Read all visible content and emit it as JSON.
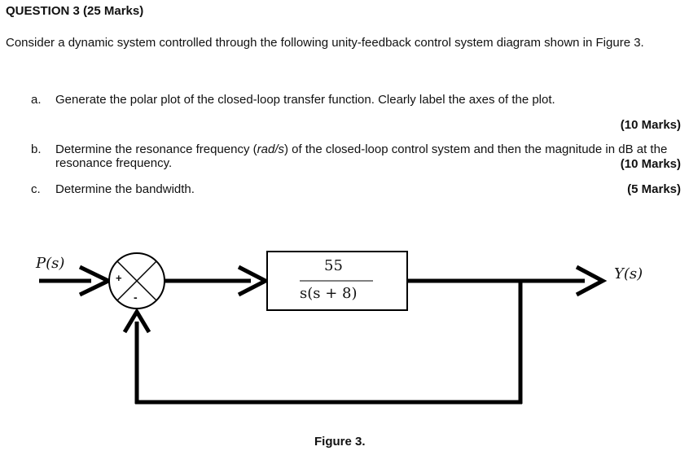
{
  "question": {
    "title": "QUESTION 3 (25 Marks)",
    "intro": "Consider a dynamic system controlled through the following unity-feedback control system diagram shown in Figure 3."
  },
  "parts": [
    {
      "letter": "a.",
      "text": "Generate the polar plot of the closed-loop transfer function. Clearly label the axes of the plot.",
      "marks": "(10 Marks)"
    },
    {
      "letter": "b.",
      "text_pre": "Determine the resonance frequency (",
      "text_em": "rad/s",
      "text_post": ") of the closed-loop control system and then the magnitude in dB at the resonance frequency.",
      "marks": "(10 Marks)"
    },
    {
      "letter": "c.",
      "text": "Determine the bandwidth.",
      "marks": "(5 Marks)"
    }
  ],
  "diagram": {
    "input_label": "P(s)",
    "output_label": "Y(s)",
    "plus_sign": "+",
    "minus_sign": "-",
    "tf_numerator": "55",
    "tf_denominator": "s(s + 8)",
    "caption": "Figure 3."
  }
}
